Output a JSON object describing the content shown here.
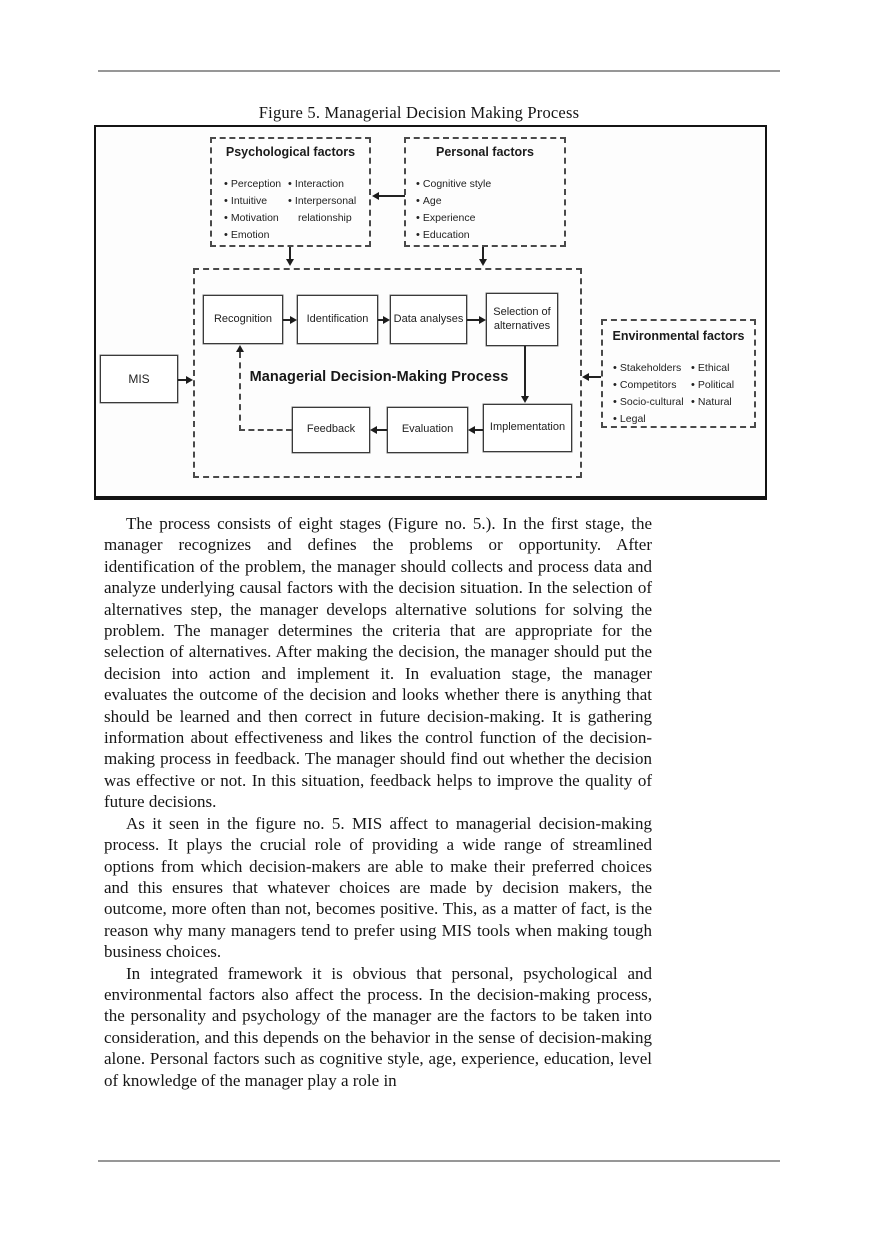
{
  "caption": "Figure 5. Managerial Decision Making Process",
  "figure": {
    "psychological": {
      "title": "Psychological factors",
      "col1": [
        "Perception",
        "Intuitive",
        "Motivation",
        "Emotion"
      ],
      "col2": [
        "Interaction",
        "Interpersonal relationship"
      ]
    },
    "personal": {
      "title": "Personal factors",
      "items": [
        "Cognitive style",
        "Age",
        "Experience",
        "Education"
      ]
    },
    "environmental": {
      "title": "Environmental factors",
      "col1": [
        "Stakeholders",
        "Competitors",
        "Socio-cultural",
        "Legal"
      ],
      "col2": [
        "Ethical",
        "Political",
        "Natural"
      ]
    },
    "mis_label": "MIS",
    "process_title": "Managerial Decision-Making Process",
    "stages": {
      "recognition": "Recognition",
      "identification": "Identification",
      "data_analyses": "Data analyses",
      "selection": "Selection of alternatives",
      "feedback": "Feedback",
      "evaluation": "Evaluation",
      "implementation": "Implementation"
    }
  },
  "paragraphs": [
    "The process consists of eight stages (Figure no. 5.). In the first stage, the manager recognizes and defines the problems or opportunity. After identification of the problem, the manager should collects and process data and analyze underlying causal factors with the decision situation. In the selection of alternatives step, the manager develops alternative solutions for solving the problem. The manager determines the criteria that are appropriate for the selection of alternatives. After making the decision, the manager should put the decision into action and implement it. In evaluation stage, the manager evaluates the outcome of the decision and looks whether there is anything that should be learned and then correct in future decision-making. It is gathering information about effectiveness and likes the control function of the decision-making process in feedback. The manager should find out whether the decision was effective or not. In this situation, feedback helps to improve the quality of future decisions.",
    "As it seen in the figure no. 5. MIS affect to managerial decision-making process. It plays the crucial role of providing a wide range of streamlined options from which decision-makers are able to make their preferred choices and this ensures that whatever choices are made by decision makers, the outcome, more often than not, becomes positive. This, as a matter of fact, is the reason why many managers tend to prefer using MIS tools when making tough business choices.",
    "In integrated framework it is obvious that personal, psychological and environmental factors also affect the process. In the decision-making process, the personality and psychology of the manager are the factors to be taken into consideration, and this depends on the behavior in the sense of decision-making alone. Personal factors such as cognitive style, age, experience, education, level of knowledge of the manager play a role in"
  ],
  "colors": {
    "ink": "#1a1a1a",
    "rule": "#979797"
  }
}
